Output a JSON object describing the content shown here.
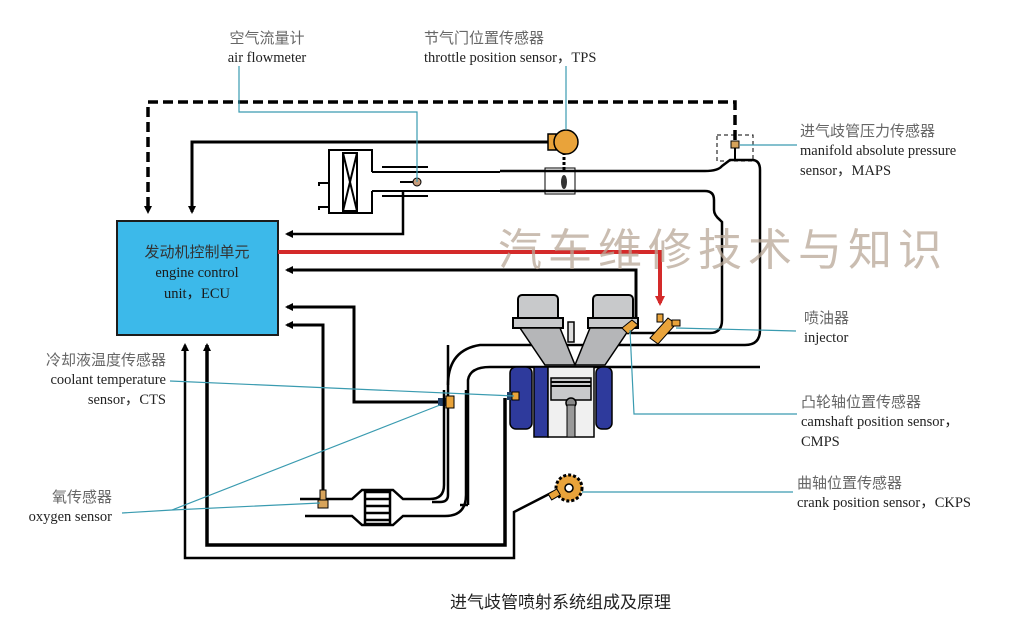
{
  "ecu": {
    "label_cn": "发动机控制单元",
    "label_en_1": "engine control",
    "label_en_2": "unit，ECU",
    "color": "#3cb9ea"
  },
  "labels": {
    "air_flowmeter": {
      "cn": "空气流量计",
      "en": "air flowmeter"
    },
    "tps": {
      "cn": "节气门位置传感器",
      "en": "throttle position sensor，TPS"
    },
    "maps": {
      "cn": "进气歧管压力传感器",
      "en_1": "manifold absolute pressure",
      "en_2": "sensor，MAPS"
    },
    "injector": {
      "cn": "喷油器",
      "en": "injector"
    },
    "cmps": {
      "cn": "凸轮轴位置传感器",
      "en_1": "camshaft position sensor，",
      "en_2": "CMPS"
    },
    "ckps": {
      "cn": "曲轴位置传感器",
      "en": "crank position sensor，CKPS"
    },
    "cts": {
      "cn": "冷却液温度传感器",
      "en_1": "coolant temperature",
      "en_2": "sensor，CTS"
    },
    "oxygen": {
      "cn": "氧传感器",
      "en": "oxygen sensor"
    }
  },
  "watermark": "汽车维修技术与知识",
  "caption": "进气歧管喷射系统组成及原理",
  "colors": {
    "signal_line": "#000000",
    "control_line": "#d42a2a",
    "leader_line": "#3a9bb0",
    "sensor": "#e9a33a",
    "coolant_jacket": "#2e3a9c",
    "engine_gray": "#c8c9cb"
  }
}
